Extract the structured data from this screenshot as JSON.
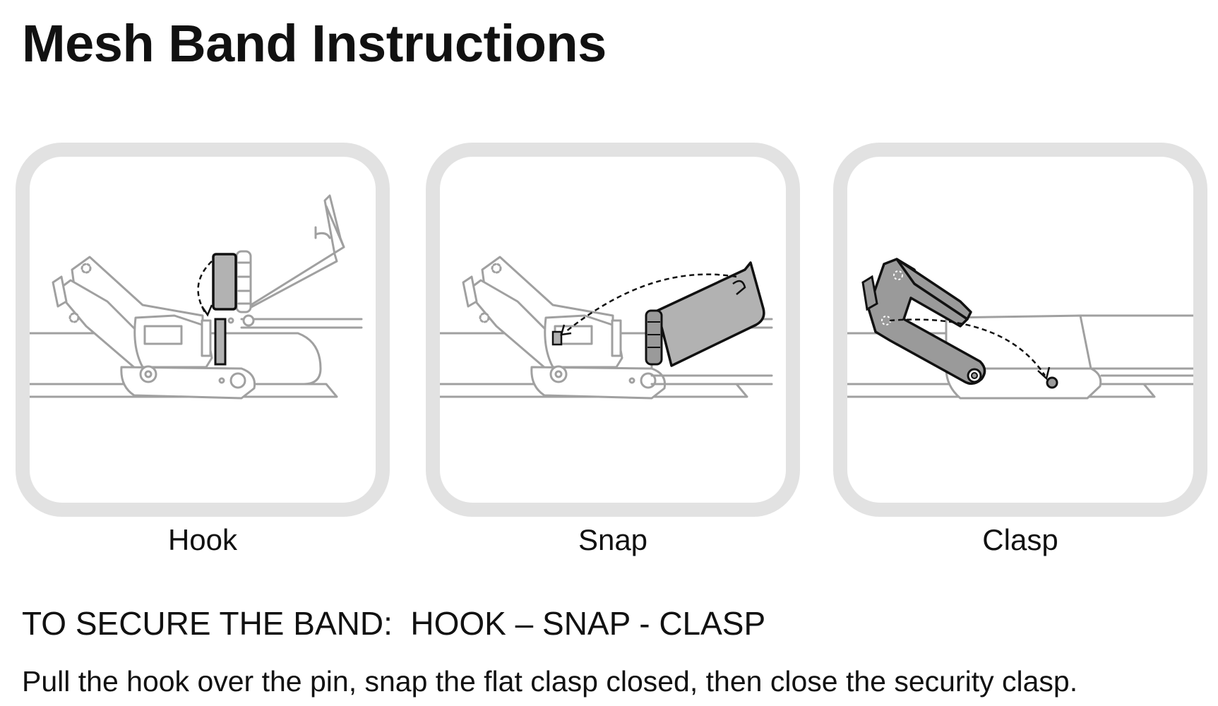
{
  "title": "Mesh Band Instructions",
  "steps": [
    {
      "label": "Hook"
    },
    {
      "label": "Snap"
    },
    {
      "label": "Clasp"
    }
  ],
  "instructions": {
    "heading": "TO SECURE THE BAND:  HOOK – SNAP - CLASP",
    "text": "Pull the hook over the pin, snap the flat clasp closed, then close the security clasp."
  },
  "colors": {
    "frame": "#e2e2e2",
    "line_art": "#a0a0a0",
    "highlight_fill": "#b2b2b2",
    "highlight_outline": "#111111"
  }
}
